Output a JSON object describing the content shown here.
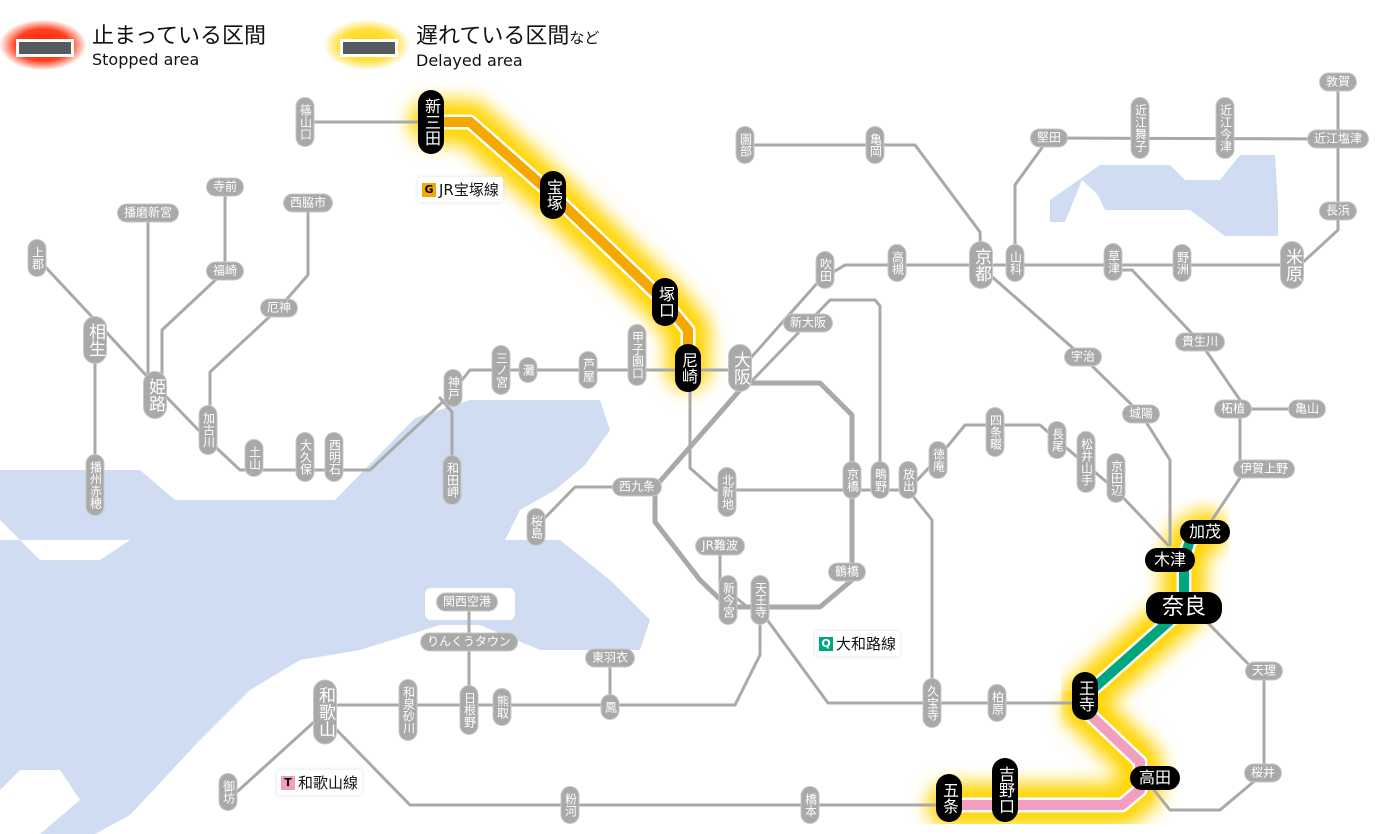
{
  "legend": {
    "stopped": {
      "jp": "止まっている区間",
      "en": "Stopped area",
      "color": "#ff3010"
    },
    "delayed": {
      "jp": "遅れている区間",
      "jp_suffix": "など",
      "en": "Delayed area",
      "color": "#ffd400"
    }
  },
  "routes": {
    "takarazuka": {
      "badge": "G",
      "name": "JR宝塚線",
      "color": "#f5a800"
    },
    "yamatoji": {
      "badge": "Q",
      "name": "大和路線",
      "color": "#00a77e"
    },
    "wakayama": {
      "badge": "T",
      "name": "和歌山線",
      "color": "#f29fbf"
    }
  },
  "stations": {
    "sasayamaguchi": "篠山口",
    "shinsanda": "新三田",
    "takarazuka": "宝塚",
    "tsukaguchi": "塚口",
    "amagasaki": "尼崎",
    "osaka": "大阪",
    "koshienguchi": "甲子園口",
    "ashiya": "芦屋",
    "nada": "灘",
    "sannomiya": "三ノ宮",
    "kobe": "神戸",
    "wadamisaki": "和田岬",
    "nishiakashi": "西明石",
    "okubo": "大久保",
    "tsuchiyama": "土山",
    "kakogawa": "加古川",
    "yakujin": "厄神",
    "nishiwakishi": "西脇市",
    "fukusaki": "福崎",
    "teramae": "寺前",
    "harimashingu": "播磨新宮",
    "himeji": "姫路",
    "aioi": "相生",
    "kamigori": "上郡",
    "banshuako": "播州赤穂",
    "sonobe": "園部",
    "kameoka": "亀岡",
    "suita": "吹田",
    "takatsuki": "高槻",
    "kyoto": "京都",
    "yamashina": "山科",
    "katata": "堅田",
    "omimaiko": "近江舞子",
    "omiimazu": "近江今津",
    "omishiotsu": "近江塩津",
    "tsuruga": "敦賀",
    "nagahama": "長浜",
    "maibara": "米原",
    "yasu": "野洲",
    "kusatsu": "草津",
    "shinosaka": "新大阪",
    "uji": "宇治",
    "joyo": "城陽",
    "kibukawa": "貴生川",
    "tsuge": "柘植",
    "kameyama": "亀山",
    "igaueno": "伊賀上野",
    "shijonawate": "四条畷",
    "nagao": "長尾",
    "matsuiyamate": "松井山手",
    "kyotanabe": "京田辺",
    "tokuan": "徳庵",
    "hanaten": "放出",
    "shigino": "鴫野",
    "kyobashi": "京橋",
    "kitashinchi": "北新地",
    "nishikujo": "西九条",
    "sakurajima": "桜島",
    "jrnamba": "JR難波",
    "shinimamiya": "新今宮",
    "tennoji": "天王寺",
    "tsuruhashi": "鶴橋",
    "kansaikuko": "関西空港",
    "rinkutown": "りんくうタウン",
    "higashihagoromo": "東羽衣",
    "otori": "鳳",
    "kumatori": "熊取",
    "hineno": "日根野",
    "izumisunagawa": "和泉砂川",
    "wakayama": "和歌山",
    "gobo": "御坊",
    "kokawa": "粉河",
    "hashimoto": "橋本",
    "kyuhoji": "久宝寺",
    "kashiwara": "柏原",
    "tenri": "天理",
    "sakurai": "桜井",
    "kamo": "加茂",
    "kizu": "木津",
    "nara": "奈良",
    "oji": "王寺",
    "takada": "高田",
    "yoshinoguchi": "吉野口",
    "gojo": "五条"
  }
}
